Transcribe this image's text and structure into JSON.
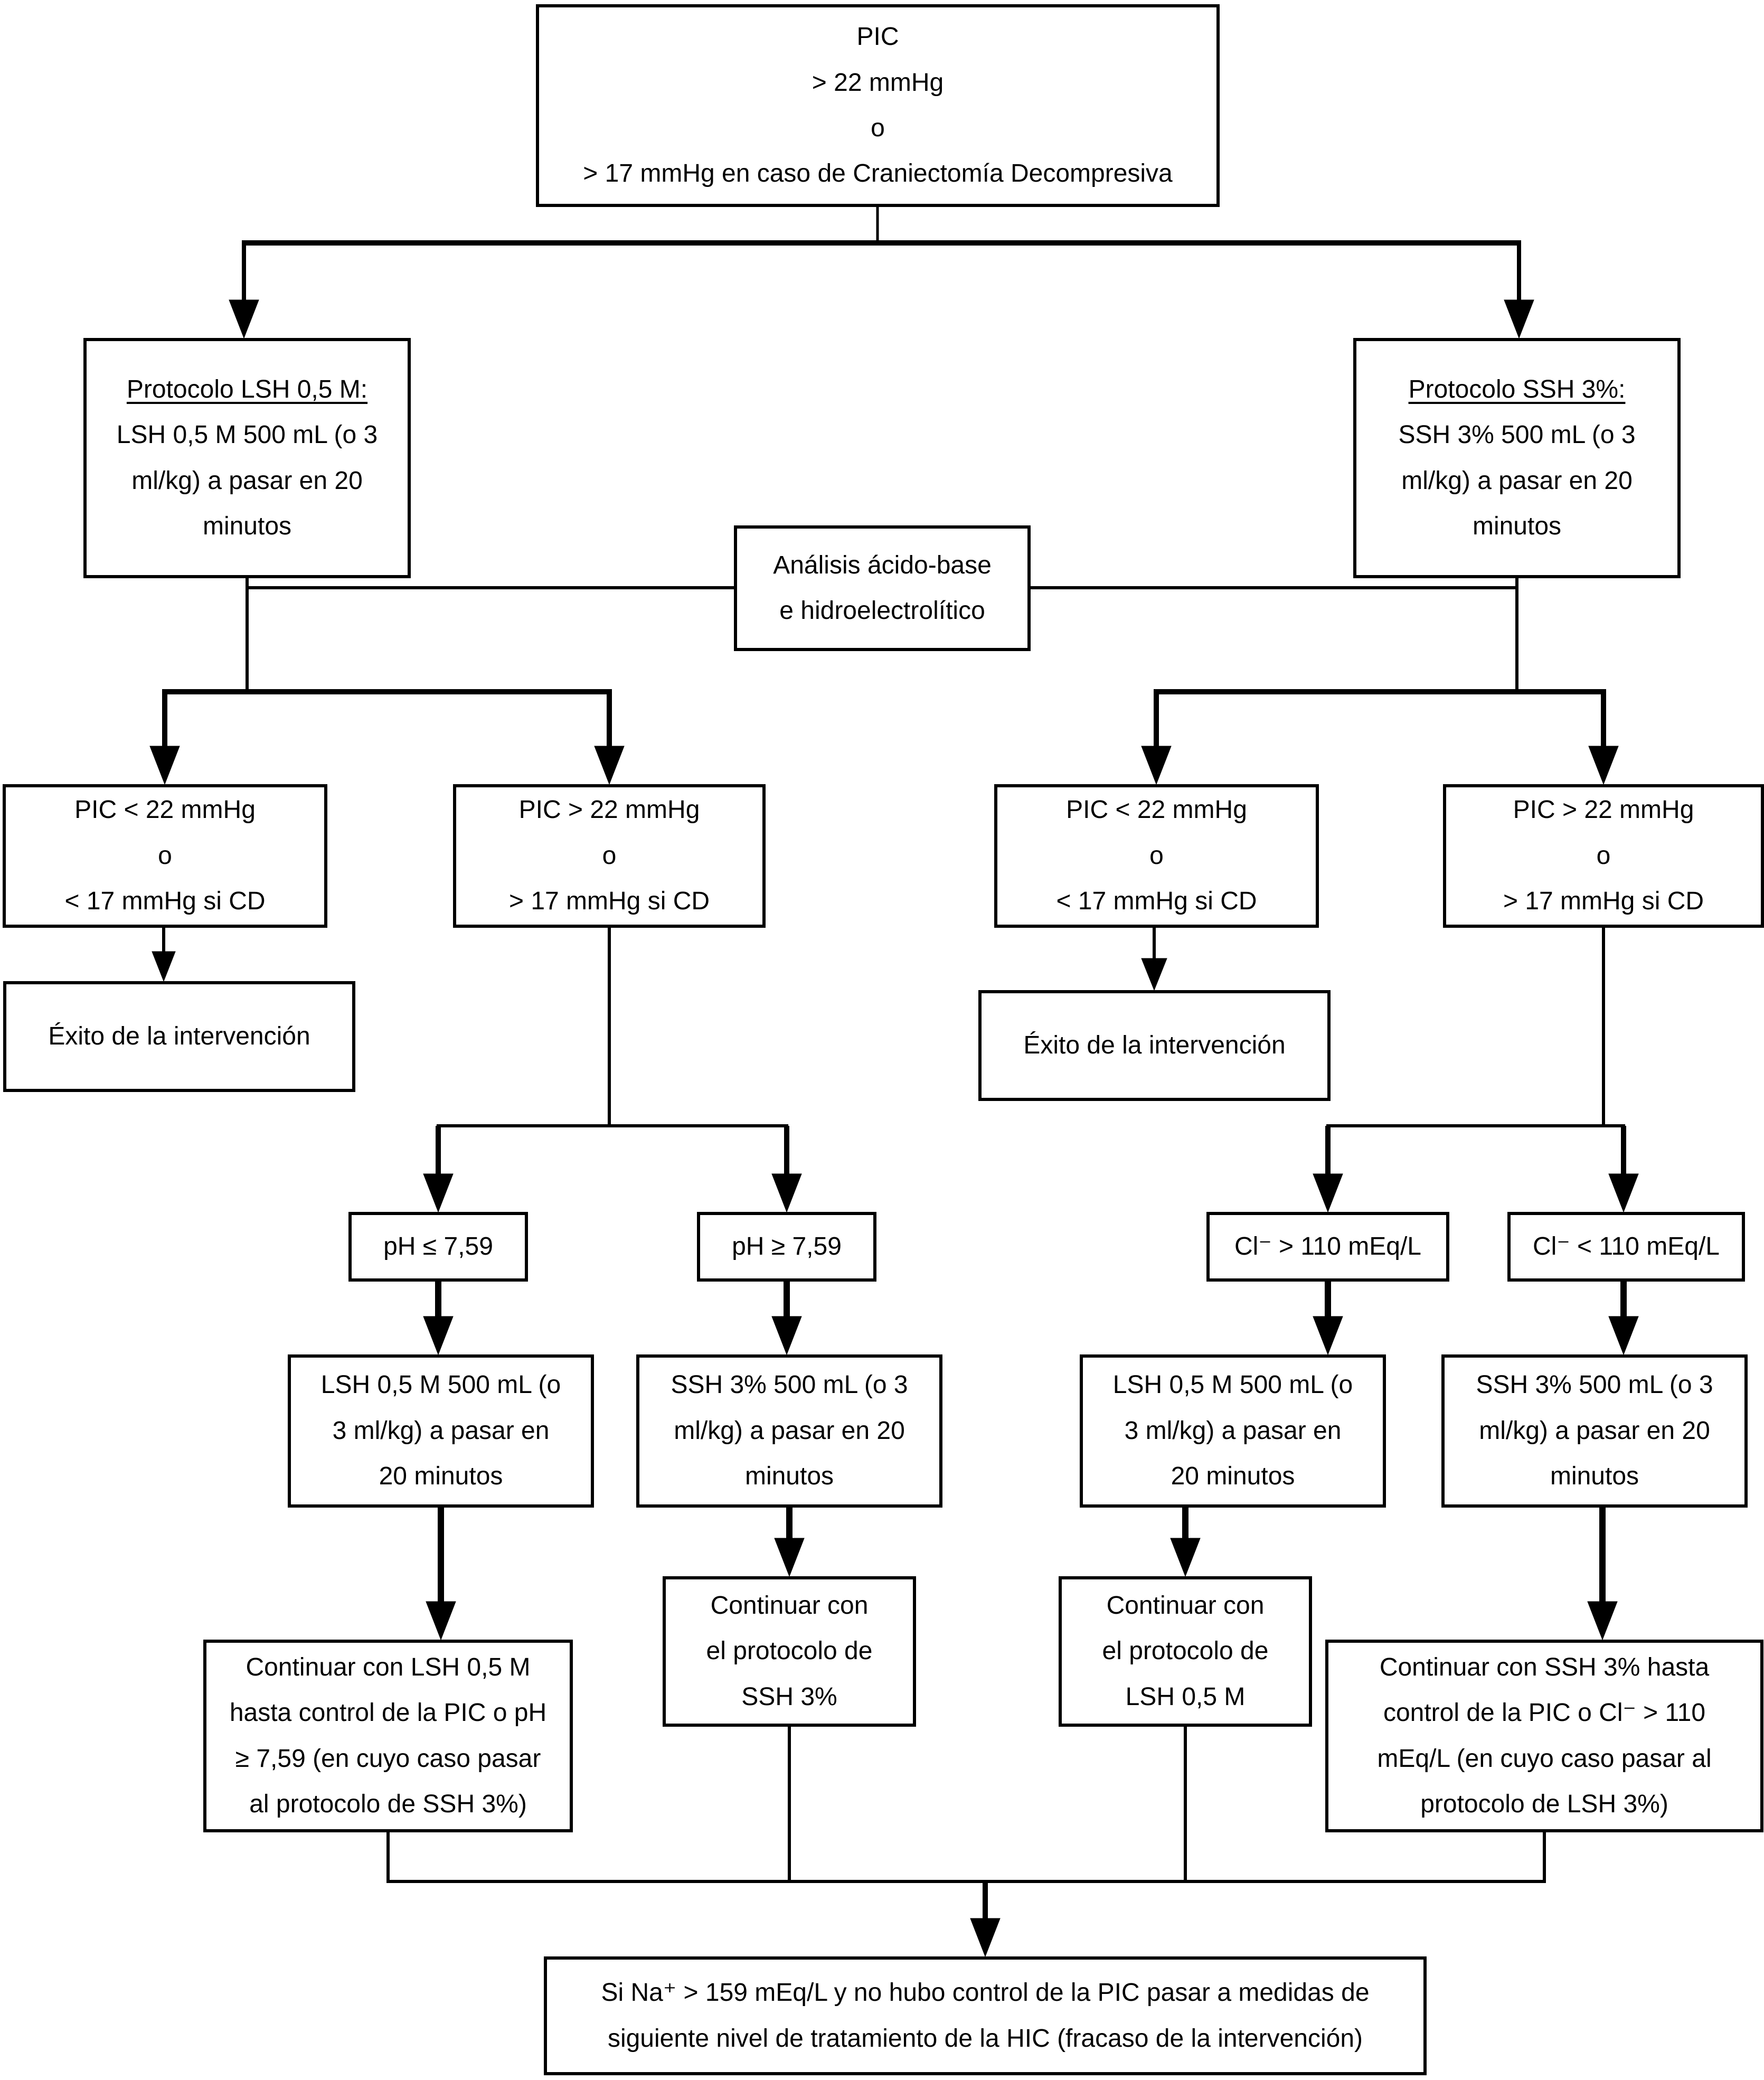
{
  "colors": {
    "line": "#000000",
    "box_border": "#000000",
    "background": "#ffffff",
    "text": "#000000"
  },
  "nodes": {
    "root": {
      "text": "PIC\n> 22 mmHg\no\n> 17 mmHg en caso de Craniectomía Decompresiva"
    },
    "protocol_lsh": {
      "title": "Protocolo LSH 0,5 M:",
      "body": "LSH 0,5 M 500 mL (o 3\nml/kg) a pasar en 20\nminutos"
    },
    "protocol_ssh": {
      "title": "Protocolo SSH 3%:",
      "body": "SSH 3% 500 mL (o 3\nml/kg) a pasar en 20\nminutos"
    },
    "analysis": {
      "text": "Análisis ácido-base\ne hidroelectrolítico"
    },
    "lsh_pic_low": {
      "text": "PIC < 22 mmHg\no\n< 17 mmHg si CD"
    },
    "lsh_pic_high": {
      "text": "PIC > 22 mmHg\no\n> 17 mmHg si CD"
    },
    "ssh_pic_low": {
      "text": "PIC < 22 mmHg\no\n< 17 mmHg si CD"
    },
    "ssh_pic_high": {
      "text": "PIC > 22 mmHg\no\n> 17 mmHg si CD"
    },
    "lsh_success": {
      "text": "Éxito de la intervención"
    },
    "ssh_success": {
      "text": "Éxito de la intervención"
    },
    "ph_low": {
      "text": "pH ≤ 7,59"
    },
    "ph_high": {
      "text": "pH ≥ 7,59"
    },
    "cl_high": {
      "text": "Cl⁻ > 110 mEq/L"
    },
    "cl_low": {
      "text": "Cl⁻ < 110 mEq/L"
    },
    "lsh_bolus_repeat": {
      "text": "LSH 0,5 M 500 mL (o\n3 ml/kg) a pasar en\n20 minutos"
    },
    "ssh_bolus_repeat": {
      "text": "SSH 3% 500 mL (o 3\nml/kg) a pasar en 20\nminutos"
    },
    "lsh_bolus_repeat2": {
      "text": "LSH 0,5 M 500 mL (o\n3 ml/kg) a pasar en\n20 minutos"
    },
    "ssh_bolus_repeat2": {
      "text": "SSH 3% 500 mL (o 3\nml/kg) a pasar en 20\nminutos"
    },
    "continue_ssh": {
      "text": "Continuar con\nel protocolo de\nSSH 3%"
    },
    "continue_lsh": {
      "text": "Continuar con\nel protocolo de\nLSH 0,5 M"
    },
    "continue_lsh_until": {
      "text": "Continuar con LSH 0,5 M\nhasta control de la PIC o pH\n≥ 7,59 (en cuyo caso pasar\nal protocolo de SSH 3%)"
    },
    "continue_ssh_until": {
      "text": "Continuar con SSH 3% hasta\ncontrol de la PIC o Cl⁻ > 110\nmEq/L (en cuyo caso pasar al\nprotocolo de LSH 3%)"
    },
    "failure": {
      "text": "Si Na⁺ > 159 mEq/L y no hubo control de la PIC pasar a medidas de\nsiguiente nivel de tratamiento de la HIC (fracaso de la intervención)"
    }
  }
}
